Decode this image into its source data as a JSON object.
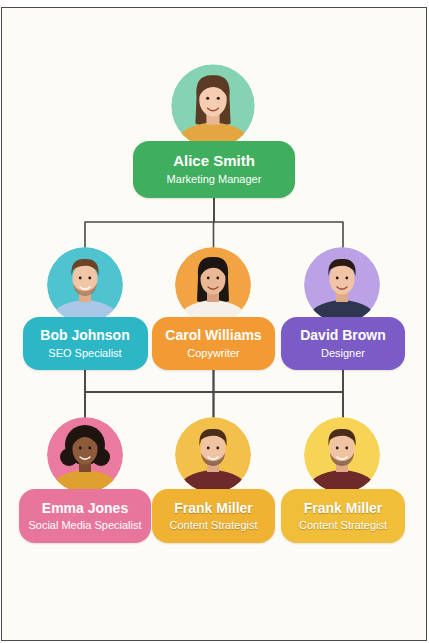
{
  "diagram": {
    "nodes": [
      {
        "text": [
          "Alice Smith",
          "Marketing Manager"
        ]
      },
      {
        "text": [
          "Bob Johnson",
          "SEO Specialist"
        ]
      },
      {
        "text": [
          "Carol Williams",
          "Copywriter"
        ]
      },
      {
        "text": [
          "David Brown",
          "Designer"
        ]
      },
      {
        "text": [
          "Emma Jones",
          "Social Media Specialist"
        ]
      },
      {
        "text": [
          "Frank Miller",
          "Content Strategist"
        ]
      },
      {
        "text": [
          "Frank Miller",
          "Content Strategist"
        ]
      }
    ],
    "edges": [
      {
        "from": 0,
        "to": 1,
        "arrow": "none"
      },
      {
        "from": 0,
        "to": 2,
        "arrow": "none"
      },
      {
        "from": 0,
        "to": 3,
        "arrow": "none"
      },
      {
        "from": 1,
        "to": 4,
        "arrow": "none"
      },
      {
        "from": 1,
        "to": 5,
        "arrow": "none"
      },
      {
        "from": 1,
        "to": 6,
        "arrow": "none"
      },
      {
        "from": 2,
        "to": 4,
        "arrow": "none"
      },
      {
        "from": 2,
        "to": 5,
        "arrow": "none"
      },
      {
        "from": 2,
        "to": 6,
        "arrow": "none"
      },
      {
        "from": 3,
        "to": 4,
        "arrow": "none"
      },
      {
        "from": 3,
        "to": 5,
        "arrow": "none"
      },
      {
        "from": 3,
        "to": 6,
        "arrow": "none"
      }
    ]
  }
}
